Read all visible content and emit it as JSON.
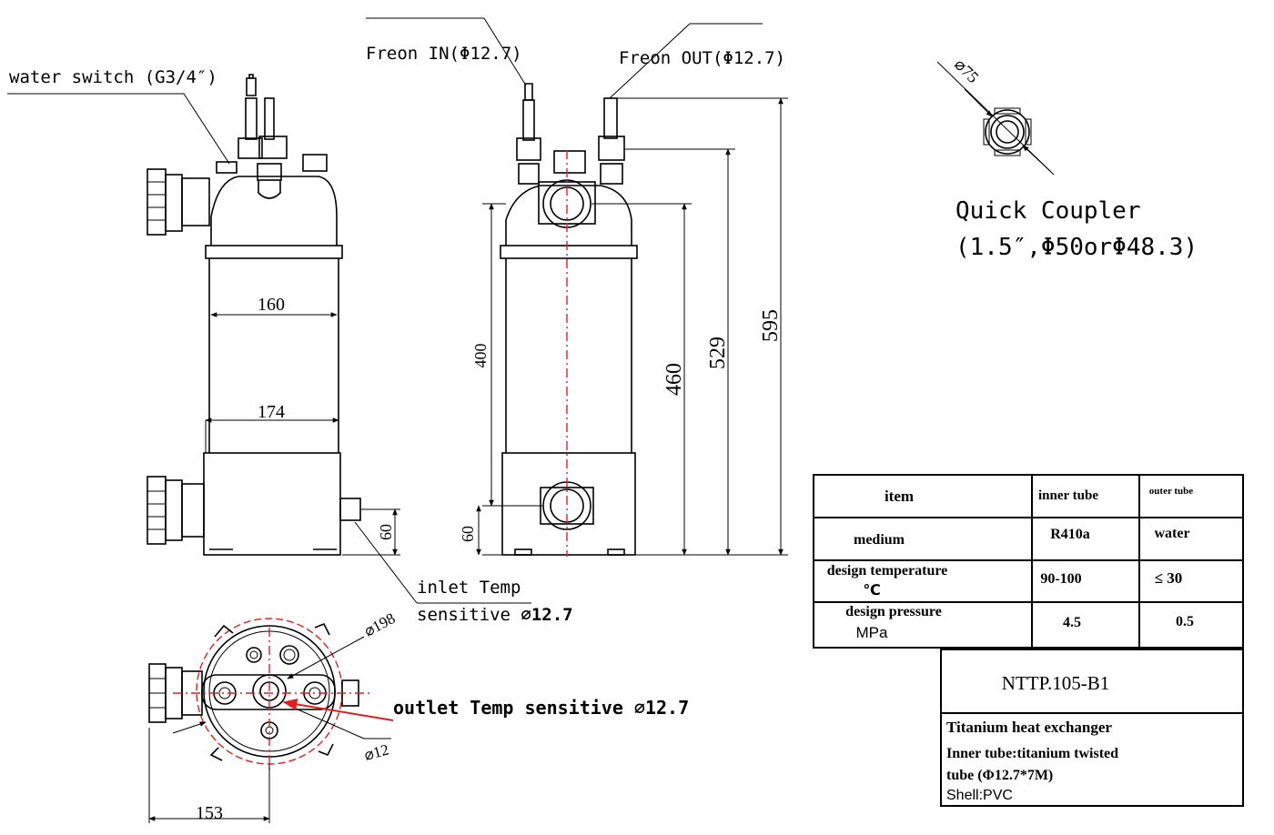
{
  "labels": {
    "water_switch": "water switch (G3/4″)",
    "freon_in": "Freon IN(Φ12.7)",
    "freon_out": "Freon OUT(Φ12.7)",
    "quick_coupler": "Quick Coupler",
    "quick_coupler_spec": "(1.5″,Φ50orΦ48.3)",
    "inlet_temp_1": "inlet Temp",
    "inlet_temp_2": "sensitive ",
    "inlet_temp_3": "⌀12.7",
    "outlet_temp": "outlet Temp sensitive ⌀12.7"
  },
  "dimensions": {
    "d160": "160",
    "d174": "174",
    "d60_side": "60",
    "d400": "400",
    "d60_front": "60",
    "d460": "460",
    "d529": "529",
    "d595": "595",
    "d75": "⌀75",
    "d198": "⌀198",
    "d12": "⌀12",
    "d153": "153"
  },
  "spec_table": {
    "headers": [
      "item",
      "inner tube",
      "outer tube"
    ],
    "rows": [
      {
        "label": "medium",
        "inner": "R410a",
        "outer": "water"
      },
      {
        "label_1": "design temperature",
        "label_2": "℃",
        "inner": "90-100",
        "outer": "≤ 30"
      },
      {
        "label_1": "design pressure",
        "label_2": "MPa",
        "inner": "4.5",
        "outer": "0.5"
      }
    ]
  },
  "title_block": {
    "model": "NTTP.105-B1",
    "name": "Titanium heat exchanger",
    "desc_1": "Inner tube:titanium twisted",
    "desc_2": "tube (Φ12.7*7M)",
    "shell": "Shell:PVC"
  },
  "colors": {
    "line": "#000000",
    "centerline": "#e02020"
  }
}
